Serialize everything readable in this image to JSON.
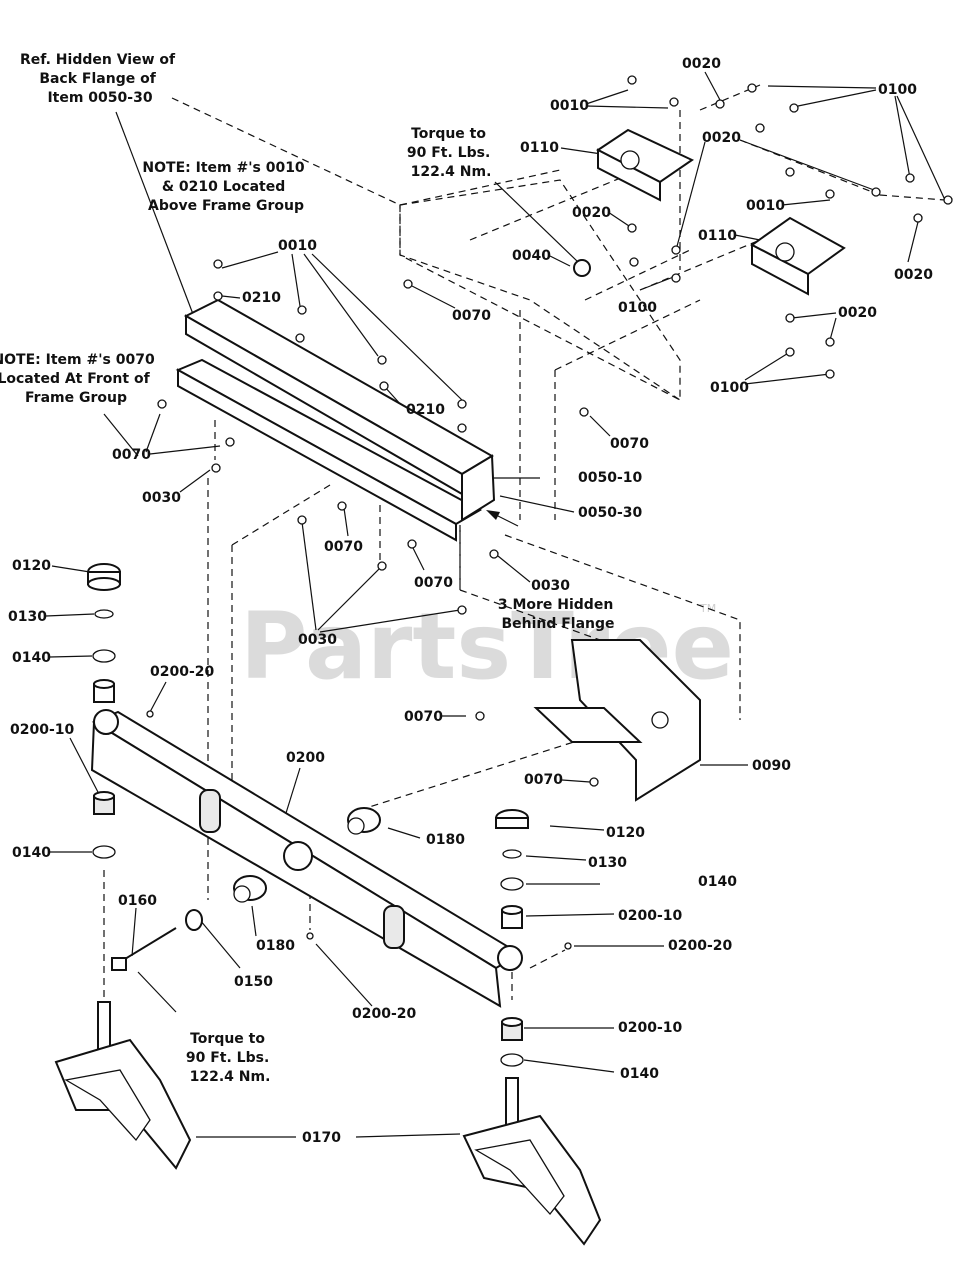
{
  "watermark": {
    "text": "PartsTree",
    "tm": "TM"
  },
  "notes": {
    "hidden_view": [
      "Ref. Hidden View of",
      "Back Flange of",
      "Item 0050-30"
    ],
    "note_0010": [
      "NOTE: Item #'s 0010",
      "& 0210 Located",
      "Above Frame Group"
    ],
    "note_0070": [
      "NOTE: Item #'s 0070",
      "Located At Front of",
      "Frame Group"
    ],
    "torque_top": [
      "Torque to",
      "90 Ft. Lbs.",
      "122.4 Nm."
    ],
    "torque_bottom": [
      "Torque to",
      "90 Ft. Lbs.",
      "122.4 Nm."
    ],
    "hidden_flange": [
      "0030",
      "3 More Hidden",
      "Behind Flange"
    ]
  },
  "labels": [
    "0020",
    "0100",
    "0010",
    "0110",
    "0020",
    "0010",
    "0110",
    "0020",
    "0020",
    "0100",
    "0040",
    "0070",
    "0020",
    "0100",
    "0010",
    "0210",
    "0210",
    "0070",
    "0070",
    "0050-10",
    "0050-30",
    "0030",
    "0070",
    "0070",
    "0030",
    "0120",
    "0130",
    "0140",
    "0200-20",
    "0200-10",
    "0200",
    "0070",
    "0070",
    "0090",
    "0180",
    "0140",
    "0120",
    "0130",
    "0140",
    "0160",
    "0150",
    "0180",
    "0200-10",
    "0200-20",
    "0200-20",
    "0200-10",
    "0140",
    "0170"
  ]
}
